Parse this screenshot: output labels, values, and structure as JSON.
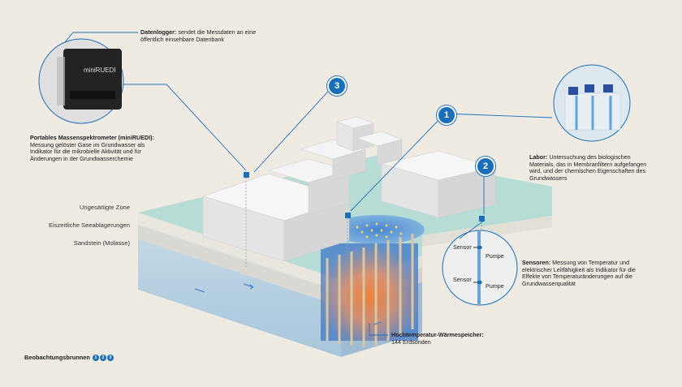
{
  "callouts": {
    "datenlogger": {
      "title": "Datenlogger:",
      "text": " sendet die Messdaten an eine öffentlich einsehbare Datenbank"
    },
    "massenspektrometer": {
      "title": "Portables Massenspektrometer (miniRUEDI):",
      "text": "  Messung gelöster Gase im Grundwasser als Indikator für die mikrobielle Aktivität und für Änderungen in der Grundwasserchemie"
    },
    "labor": {
      "title": "Labor:",
      "text": " Untersuchung des biologischen Materials, das in Membranfiltern aufgefangen wird, und der chemischen Eigenschaften des Grundwassers"
    },
    "sensoren": {
      "title": "Sensoren:",
      "text": " Messung von Temperatur und elektrischer Leitfähigkeit als Indikator für die Effekte von Temperaturänderungen auf die Grundwasserqualität"
    },
    "waermespeicher": {
      "title": "Hochtemperatur-Wärmespeicher:",
      "text": "144 Erdsonden"
    }
  },
  "device_label": "miniRUEDI",
  "layers": [
    "Ungesättigte Zone",
    "Eiszeitliche Seeablagerungen",
    "Sandstein (Molasse)"
  ],
  "sensor_labels": {
    "sensor1": "Sensor",
    "pump1": "Pumpe",
    "sensor2": "Sensor",
    "pump2": "Pumpe"
  },
  "badges": [
    "1",
    "2",
    "3"
  ],
  "legend": {
    "label": "Beobachtungsbrunnen",
    "dots": [
      "1",
      "2",
      "3"
    ]
  },
  "colors": {
    "badge": "#1a6fb8",
    "water": "#b7dcd6",
    "building": "#ececec",
    "background": "#efebe3"
  }
}
